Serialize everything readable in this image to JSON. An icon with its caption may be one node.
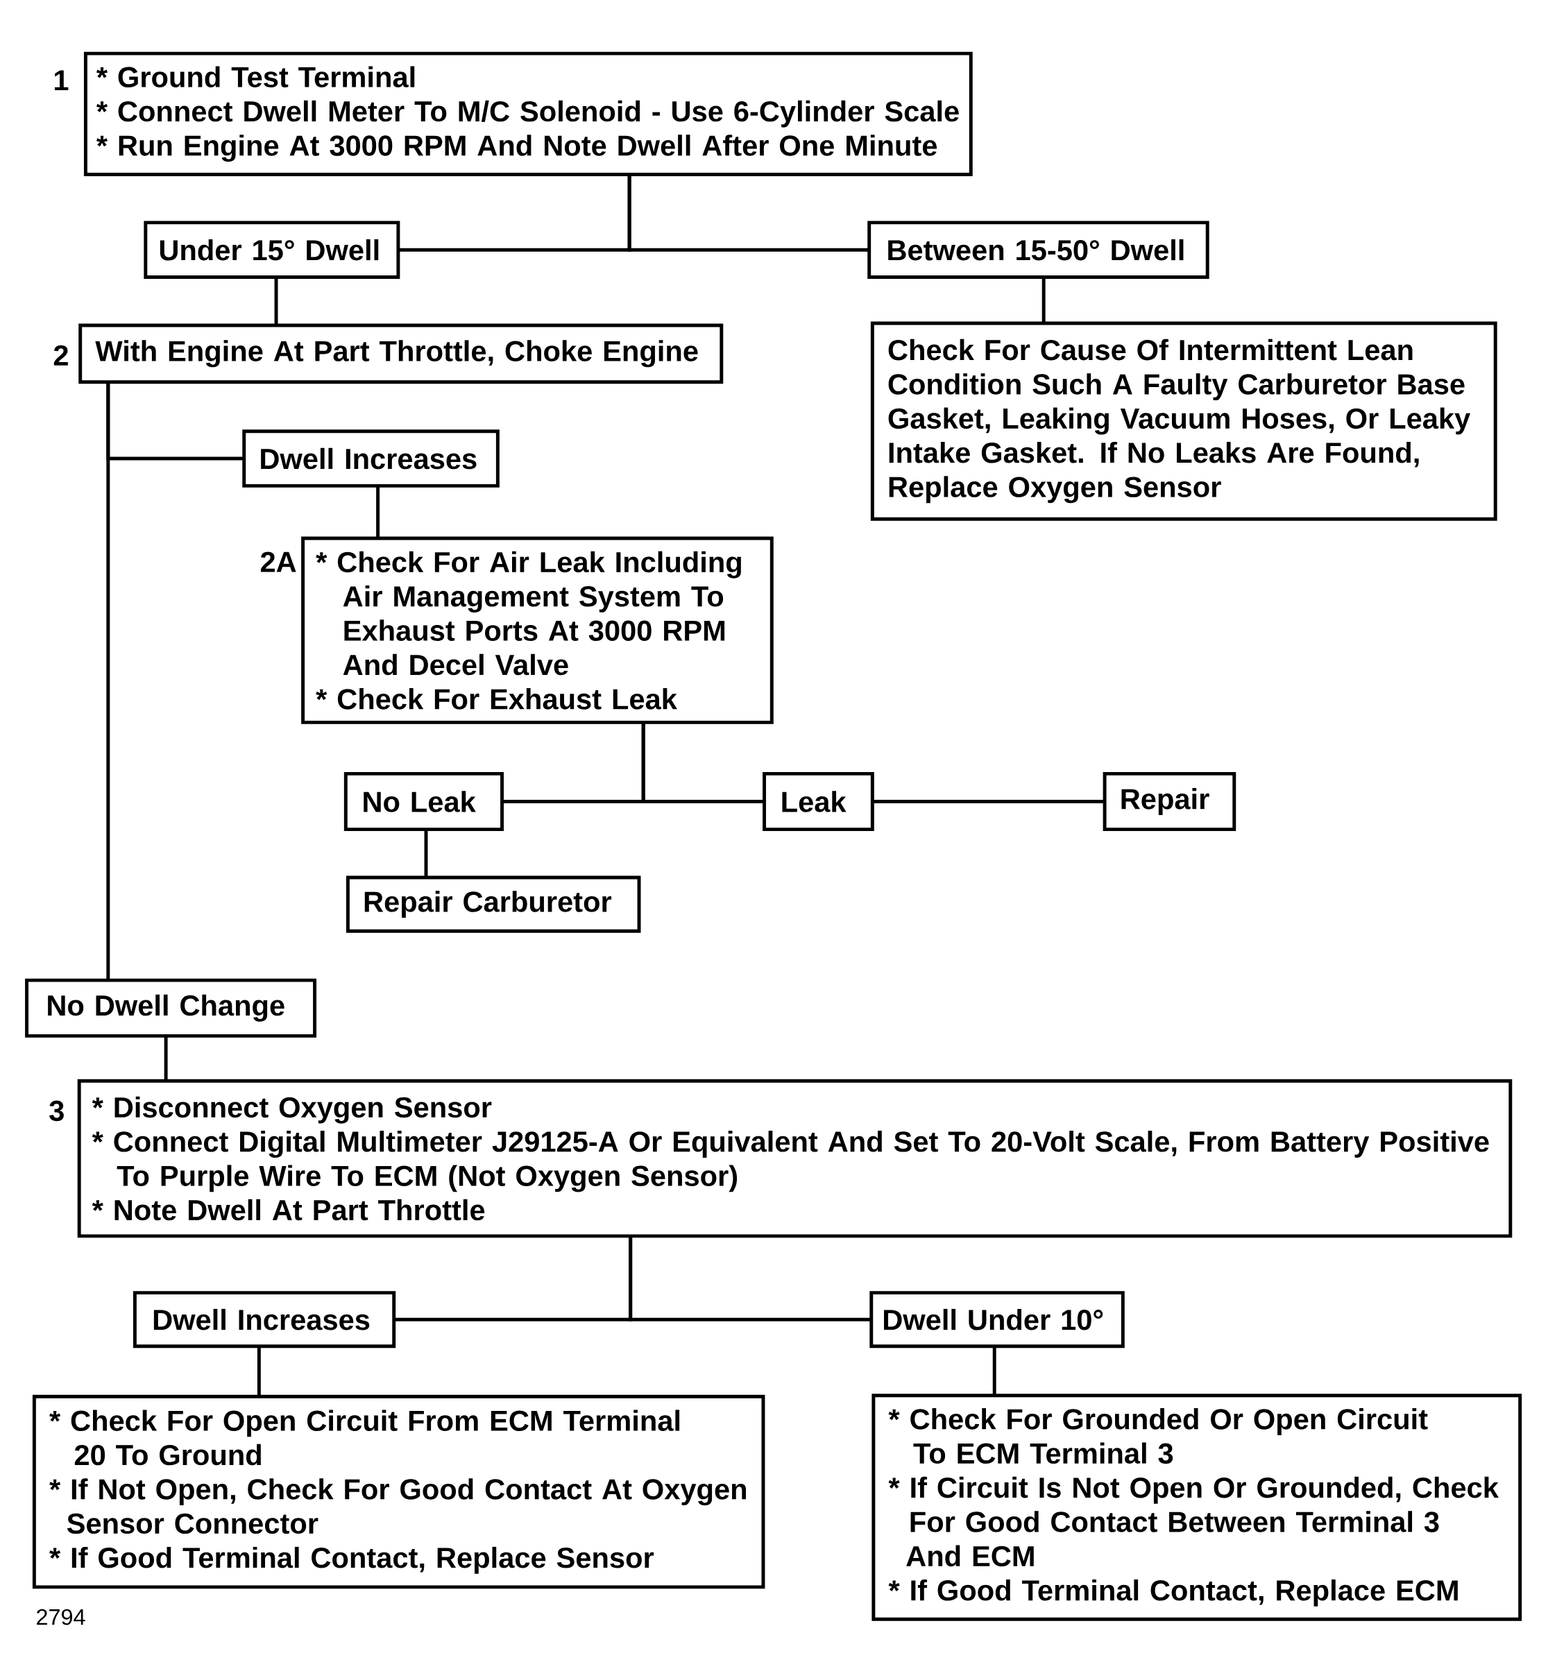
{
  "diagram": {
    "nodes": [
      {
        "text": [
          "* Ground Test Terminal",
          "* Connect Dwell Meter To M/C Solenoid - Use 6-Cylinder Scale",
          "* Run Engine At 3000 RPM And Note Dwell After One Minute"
        ],
        "beside": [
          "1"
        ]
      },
      {
        "text": [
          "Under 15° Dwell"
        ]
      },
      {
        "text": [
          "Between 15-50° Dwell"
        ]
      },
      {
        "text": [
          "With Engine At Part Throttle, Choke Engine"
        ],
        "beside": [
          "2"
        ]
      },
      {
        "text": [
          "Check For Cause Of Intermittent Lean Condition Such A Faulty Carburetor Base Gasket, Leaking Vacuum Hoses, Or Leaky Intake Gasket. If No Leaks Are Found, Replace Oxygen Sensor"
        ]
      },
      {
        "text": [
          "Dwell Increases"
        ]
      },
      {
        "text": [
          "* Check For Air Leak Including Air Management System To Exhaust Ports At 3000 RPM And Decel Valve",
          "* Check For Exhaust Leak"
        ],
        "beside": [
          "2A"
        ]
      },
      {
        "text": [
          "No Leak"
        ]
      },
      {
        "text": [
          "Leak"
        ]
      },
      {
        "text": [
          "Repair"
        ]
      },
      {
        "text": [
          "Repair Carburetor"
        ]
      },
      {
        "text": [
          "No Dwell Change"
        ]
      },
      {
        "text": [
          "* Disconnect Oxygen Sensor",
          "* Connect Digital Multimeter J29125-A Or Equivalent And Set To 20-Volt Scale, From Battery Positive To Purple Wire To ECM (Not Oxygen Sensor)",
          "* Note Dwell At Part Throttle"
        ],
        "beside": [
          "3"
        ]
      },
      {
        "text": [
          "Dwell Increases"
        ]
      },
      {
        "text": [
          "Dwell Under 10°"
        ]
      },
      {
        "text": [
          "* Check For Open Circuit From ECM Terminal 20 To Ground",
          "* If Not Open, Check For Good Contact At Oxygen Sensor Connector",
          "* If Good Terminal Contact, Replace Sensor"
        ]
      },
      {
        "text": [
          "* Check For Grounded Or Open Circuit To ECM Terminal 3",
          "* If Circuit Is Not Open Or Grounded, Check For Good Contact Between Terminal 3 And ECM",
          "* If Good Terminal Contact, Replace ECM"
        ]
      }
    ],
    "edges": [
      {
        "from": 0,
        "to": 1,
        "arrow": "none"
      },
      {
        "from": 0,
        "to": 2,
        "arrow": "none"
      },
      {
        "from": 1,
        "to": 3,
        "arrow": "none"
      },
      {
        "from": 2,
        "to": 4,
        "arrow": "none"
      },
      {
        "from": 3,
        "to": 5,
        "arrow": "none"
      },
      {
        "from": 3,
        "to": 11,
        "arrow": "none"
      },
      {
        "from": 5,
        "to": 6,
        "arrow": "none"
      },
      {
        "from": 6,
        "to": 7,
        "arrow": "none"
      },
      {
        "from": 6,
        "to": 8,
        "arrow": "none"
      },
      {
        "from": 8,
        "to": 9,
        "arrow": "none"
      },
      {
        "from": 7,
        "to": 10,
        "arrow": "none"
      },
      {
        "from": 11,
        "to": 12,
        "arrow": "none"
      },
      {
        "from": 12,
        "to": 13,
        "arrow": "none"
      },
      {
        "from": 12,
        "to": 14,
        "arrow": "none"
      },
      {
        "from": 13,
        "to": 15,
        "arrow": "none"
      },
      {
        "from": 14,
        "to": 16,
        "arrow": "none"
      }
    ],
    "labels": [
      "2794"
    ]
  }
}
